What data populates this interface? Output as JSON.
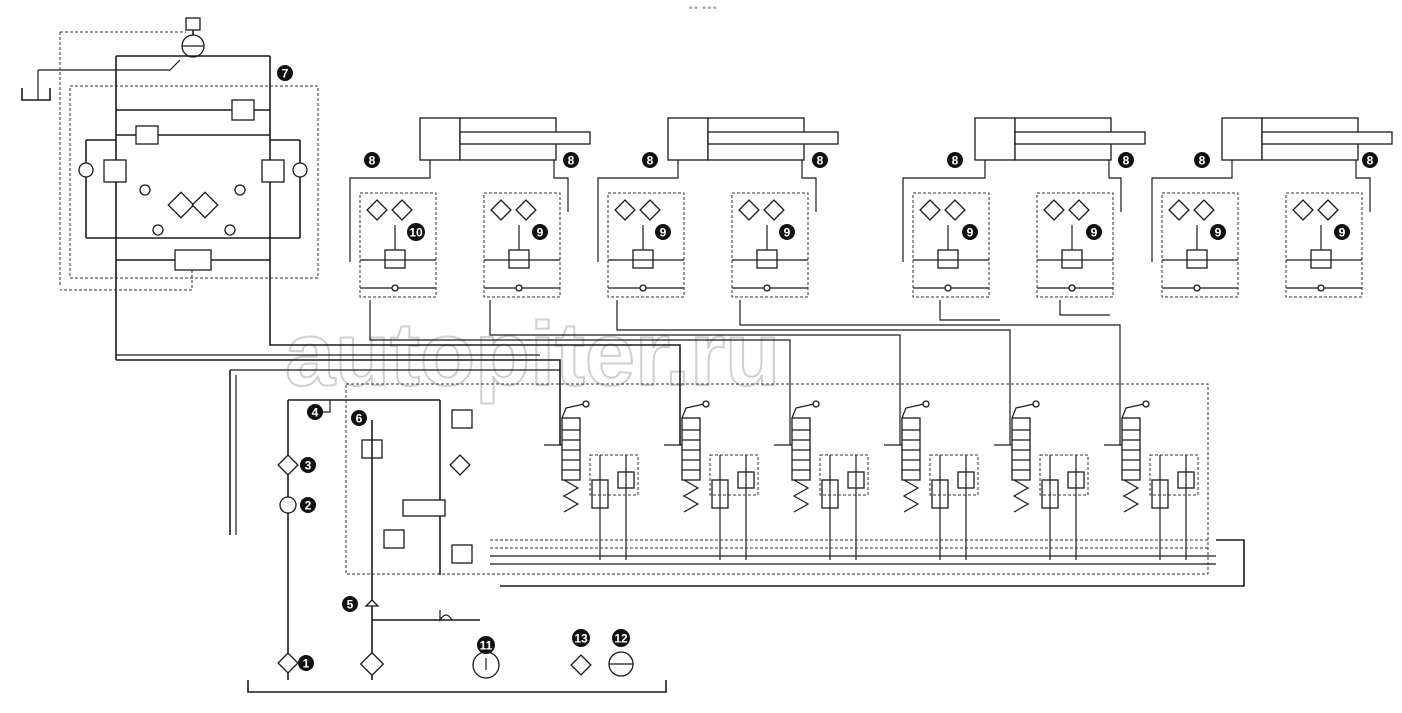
{
  "watermark": "autopiter.ru",
  "top_mark": "•• •••",
  "callouts": [
    {
      "id": "c1",
      "label": "1"
    },
    {
      "id": "c2",
      "label": "2"
    },
    {
      "id": "c3",
      "label": "3"
    },
    {
      "id": "c4",
      "label": "4"
    },
    {
      "id": "c5",
      "label": "5"
    },
    {
      "id": "c6",
      "label": "6"
    },
    {
      "id": "c7",
      "label": "7"
    },
    {
      "id": "c8a",
      "label": "8"
    },
    {
      "id": "c8b",
      "label": "8"
    },
    {
      "id": "c8c",
      "label": "8"
    },
    {
      "id": "c8d",
      "label": "8"
    },
    {
      "id": "c8e",
      "label": "8"
    },
    {
      "id": "c8f",
      "label": "8"
    },
    {
      "id": "c8g",
      "label": "8"
    },
    {
      "id": "c8h",
      "label": "8"
    },
    {
      "id": "c10",
      "label": "10"
    },
    {
      "id": "c9a",
      "label": "9"
    },
    {
      "id": "c9b",
      "label": "9"
    },
    {
      "id": "c9c",
      "label": "9"
    },
    {
      "id": "c9d",
      "label": "9"
    },
    {
      "id": "c9e",
      "label": "9"
    },
    {
      "id": "c9f",
      "label": "9"
    },
    {
      "id": "c9g",
      "label": "9"
    },
    {
      "id": "c11",
      "label": "11"
    },
    {
      "id": "c12",
      "label": "12"
    },
    {
      "id": "c13",
      "label": "13"
    }
  ]
}
